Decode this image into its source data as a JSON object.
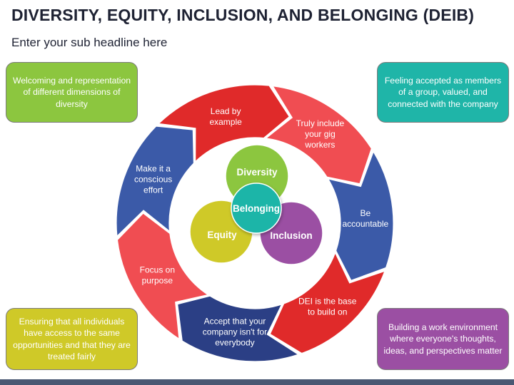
{
  "header": {
    "title": "DIVERSITY, EQUITY, INCLUSION, AND BELONGING (DEIB)",
    "subtitle": "Enter your sub headline here"
  },
  "corner_boxes": [
    {
      "id": "diversity",
      "text": "Welcoming and representation of different dimensions of diversity",
      "color": "#8cc63f"
    },
    {
      "id": "belonging",
      "text": "Feeling accepted as members of a group, valued, and connected with the company",
      "color": "#1fb5a8"
    },
    {
      "id": "equity",
      "text": "Ensuring that all individuals have access to the same opportunities and that they are treated fairly",
      "color": "#cfc928"
    },
    {
      "id": "inclusion",
      "text": "Building a work environment where everyone's thoughts, ideas, and perspectives matter",
      "color": "#9b4fa3"
    }
  ],
  "ring_segments": [
    {
      "lines": [
        "Lead by",
        "example"
      ],
      "color": "#e02a2a"
    },
    {
      "lines": [
        "Truly include",
        "your gig",
        "workers"
      ],
      "color": "#f04d52"
    },
    {
      "lines": [
        "Be",
        "accountable"
      ],
      "color": "#3b5aa8"
    },
    {
      "lines": [
        "DEI is the base",
        "to build on"
      ],
      "color": "#e02a2a"
    },
    {
      "lines": [
        "Accept that your",
        "company isn't for",
        "everybody"
      ],
      "color": "#2b3f85"
    },
    {
      "lines": [
        "Focus on",
        "purpose"
      ],
      "color": "#f04d52"
    },
    {
      "lines": [
        "Make it a",
        "conscious",
        "effort"
      ],
      "color": "#3b5aa8"
    }
  ],
  "venn": {
    "diversity": {
      "label": "Diversity",
      "color": "#8cc63f"
    },
    "equity": {
      "label": "Equity",
      "color": "#cfc928"
    },
    "inclusion": {
      "label": "Inclusion",
      "color": "#9b4fa3"
    },
    "belonging": {
      "label": "Belonging",
      "color": "#1fb5a8"
    }
  },
  "colors": {
    "title": "#1e2233",
    "bottom_bar": "#4a5873"
  }
}
